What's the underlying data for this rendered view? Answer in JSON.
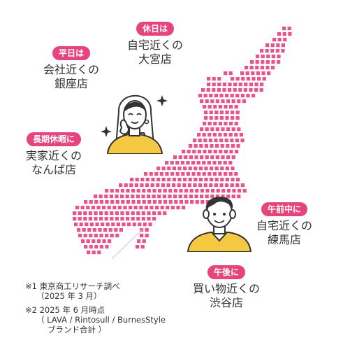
{
  "colors": {
    "accent": "#E5457C",
    "dot": "#E8538A",
    "dot_light": "#F4B6CB",
    "skin": "#FFFFFF",
    "shirt": "#F5C842",
    "ink": "#333333"
  },
  "callouts": [
    {
      "id": "holiday",
      "badge": "休日は",
      "lines": [
        "自宅近くの",
        "大宮店"
      ]
    },
    {
      "id": "weekday",
      "badge": "平日は",
      "lines": [
        "会社近くの",
        "銀座店"
      ]
    },
    {
      "id": "long_vacation",
      "badge": "長期休暇に",
      "lines": [
        "実家近くの",
        "なんば店"
      ]
    },
    {
      "id": "before_noon",
      "badge": "午前中に",
      "lines": [
        "自宅近くの",
        "練馬店"
      ]
    },
    {
      "id": "afternoon",
      "badge": "午後に",
      "lines": [
        "買い物近くの",
        "渋谷店"
      ]
    }
  ],
  "icons": {
    "woman": "woman-icon",
    "man": "man-icon",
    "sparkle": "sparkle-icon"
  },
  "footnotes": [
    {
      "mark": "※1",
      "lines": [
        "東京商工リサーチ調べ",
        "（2025 年 3 月）"
      ]
    },
    {
      "mark": "※2",
      "lines": [
        "2025 年 6 月時点",
        "（ LAVA / Rintosull / BurnesStyle",
        "ブランド合計 ）"
      ]
    }
  ]
}
